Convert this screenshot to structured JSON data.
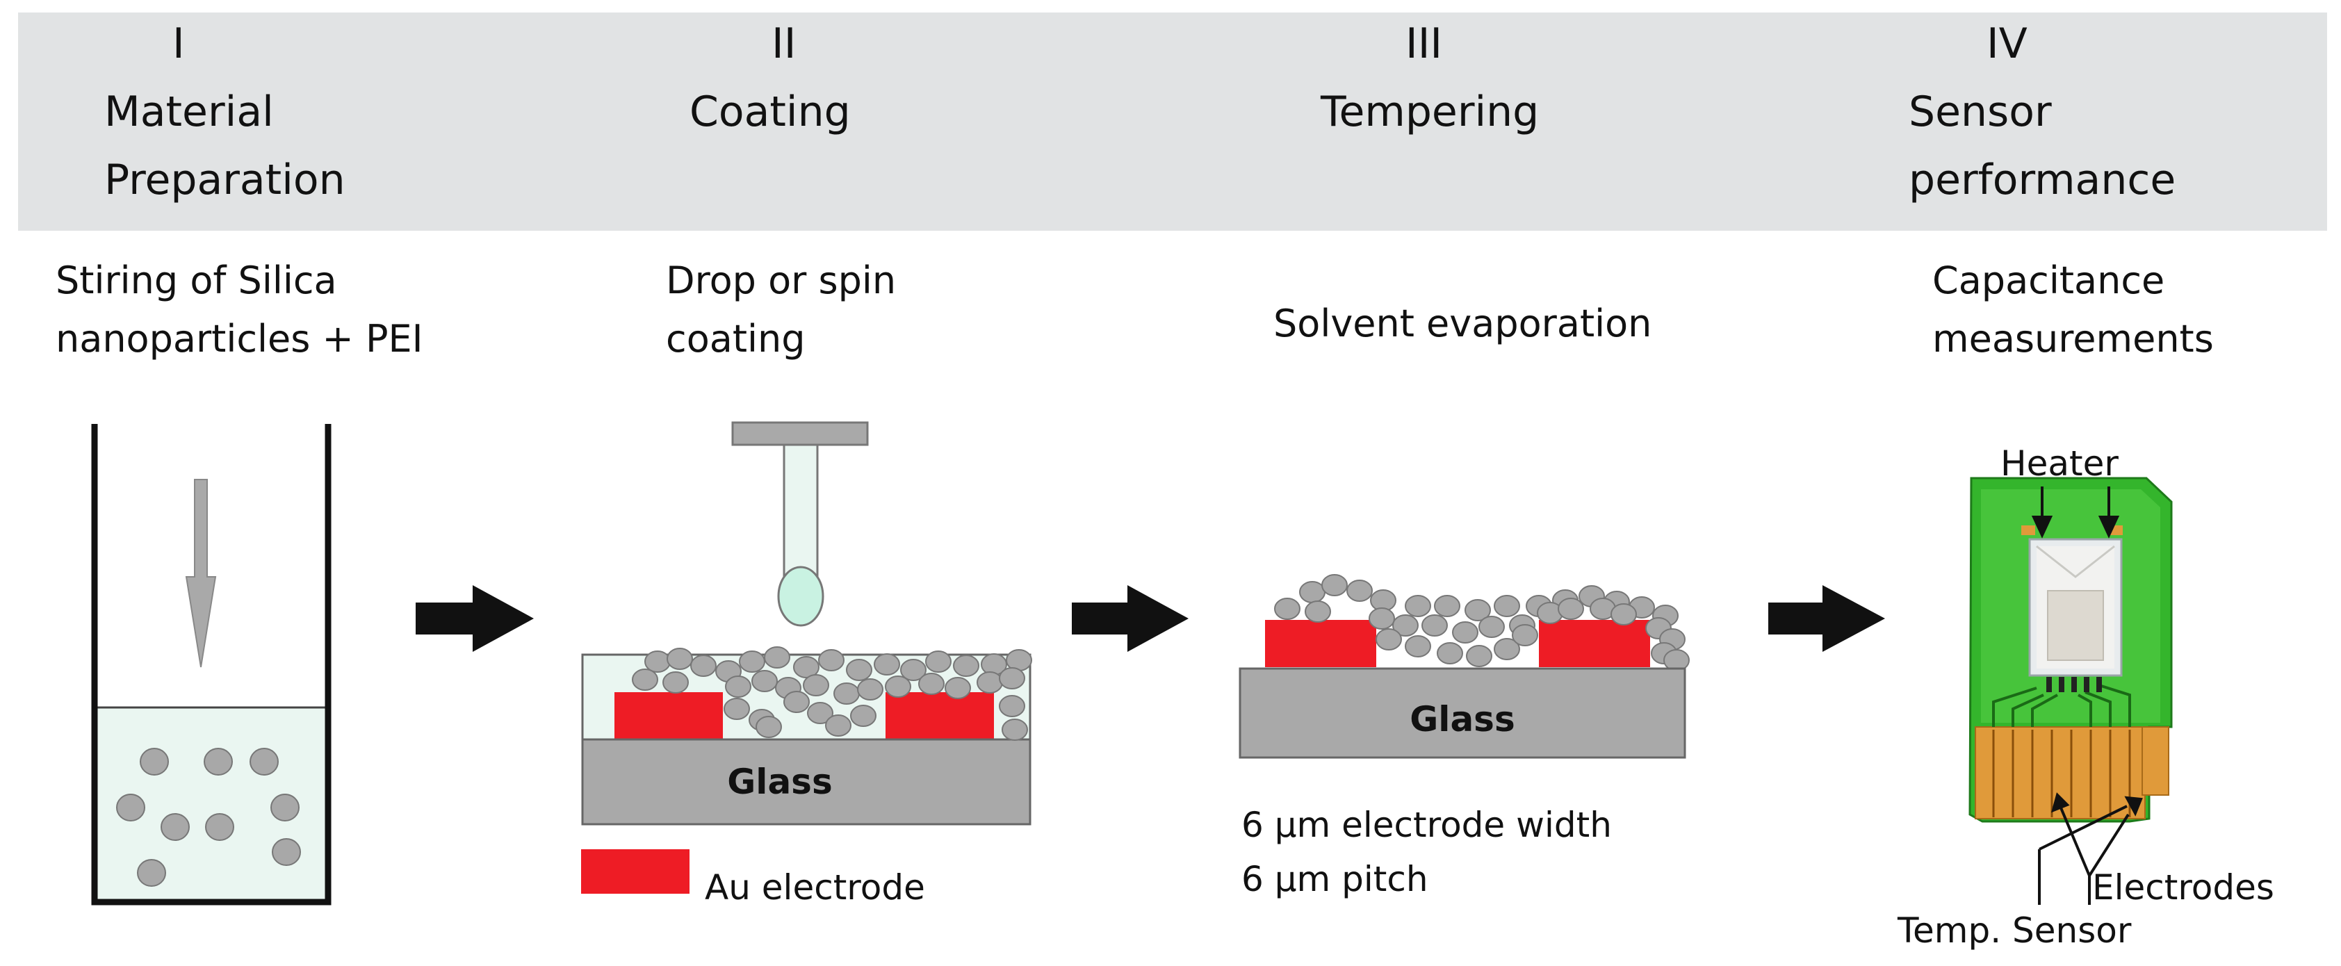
{
  "steps": [
    {
      "numeral": "I",
      "title_lines": [
        "Material",
        "Preparation"
      ],
      "description_lines": [
        "Stiring of Silica",
        "nanoparticles + PEI"
      ]
    },
    {
      "numeral": "II",
      "title_lines": [
        "Coating"
      ],
      "description_lines": [
        "Drop or spin",
        "coating"
      ]
    },
    {
      "numeral": "III",
      "title_lines": [
        "Tempering"
      ],
      "description_lines": [
        "Solvent evaporation"
      ]
    },
    {
      "numeral": "IV",
      "title_lines": [
        "Sensor",
        "performance"
      ],
      "description_lines": [
        "Capacitance",
        "measurements"
      ]
    }
  ],
  "coating": {
    "substrate_label": "Glass",
    "legend_label": "Au electrode"
  },
  "tempering": {
    "substrate_label": "Glass",
    "spec_lines": [
      "6 µm electrode width",
      "6 µm pitch"
    ]
  },
  "sensor": {
    "heater_label": "Heater",
    "electrodes_label": "Electrodes",
    "temp_sensor_label": "Temp. Sensor"
  },
  "colors": {
    "header_band": "#e1e3e4",
    "electrode": "#ee1c25",
    "glass": "#a9a9a9",
    "particle": "#a8a8a8",
    "solution": "#eaf6f1",
    "pcb_green": "#2fb52a",
    "contact_gold": "#e09a3a"
  },
  "icons": [
    "right-arrow-icon",
    "down-arrow-icon",
    "pipette-icon",
    "droplet-icon",
    "beaker-icon"
  ]
}
